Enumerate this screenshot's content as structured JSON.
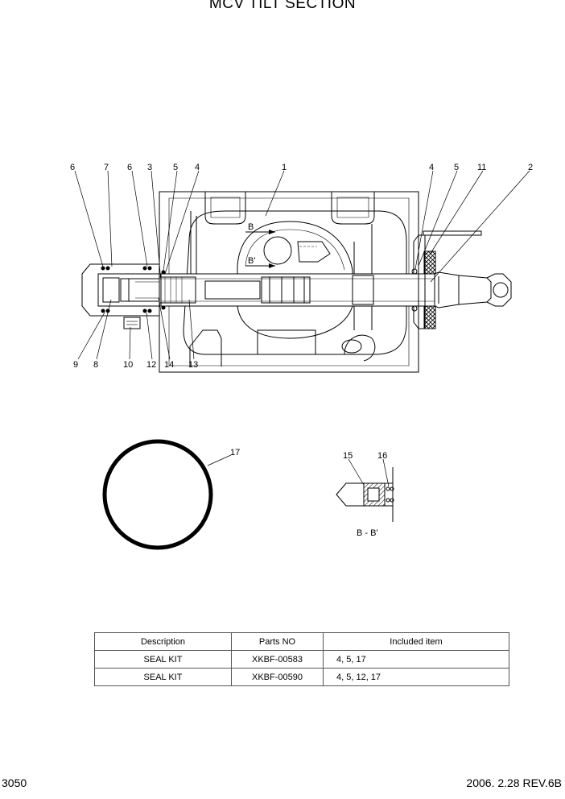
{
  "title": "MCV TILT SECTION",
  "callouts": {
    "top_left": [
      "6",
      "7",
      "6",
      "3",
      "5",
      "4",
      "1"
    ],
    "top_right": [
      "4",
      "5",
      "11",
      "2"
    ],
    "bottom": [
      "9",
      "8",
      "10",
      "12",
      "14",
      "13"
    ],
    "oring": "17",
    "detail": [
      "15",
      "16"
    ]
  },
  "section_marks": {
    "b": "B",
    "b_prime": "B'"
  },
  "detail_caption": "B - B'",
  "kit_table": {
    "headers": [
      "Description",
      "Parts NO",
      "Included item"
    ],
    "rows": [
      [
        "SEAL KIT",
        "XKBF-00583",
        "4, 5, 17"
      ],
      [
        "SEAL KIT",
        "XKBF-00590",
        "4, 5, 12, 17"
      ]
    ]
  },
  "footer": {
    "page": "3050",
    "revision": "2006. 2.28 REV.6B"
  }
}
